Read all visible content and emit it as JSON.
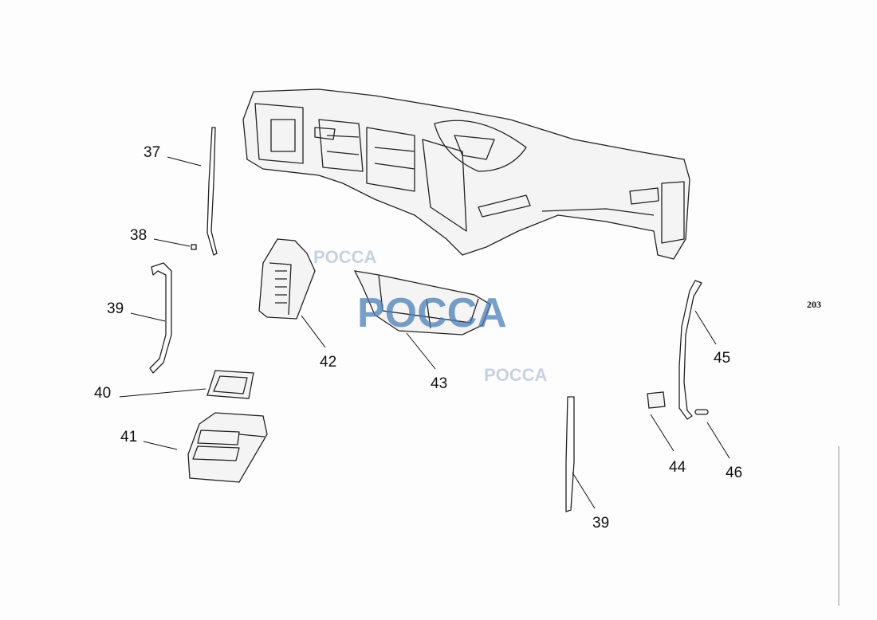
{
  "diagram": {
    "page_number": "203",
    "watermark": "POCCA",
    "callouts": [
      "37",
      "38",
      "39",
      "40",
      "41",
      "42",
      "43",
      "45",
      "44",
      "46",
      "39"
    ],
    "parts": [
      "dashboard-panel",
      "trim-strip-37",
      "clip-38",
      "strip-39-left",
      "bezel-40",
      "console-41",
      "vent-housing-42",
      "tray-43",
      "clip-44",
      "strip-45",
      "pin-46",
      "strip-39-right"
    ]
  }
}
